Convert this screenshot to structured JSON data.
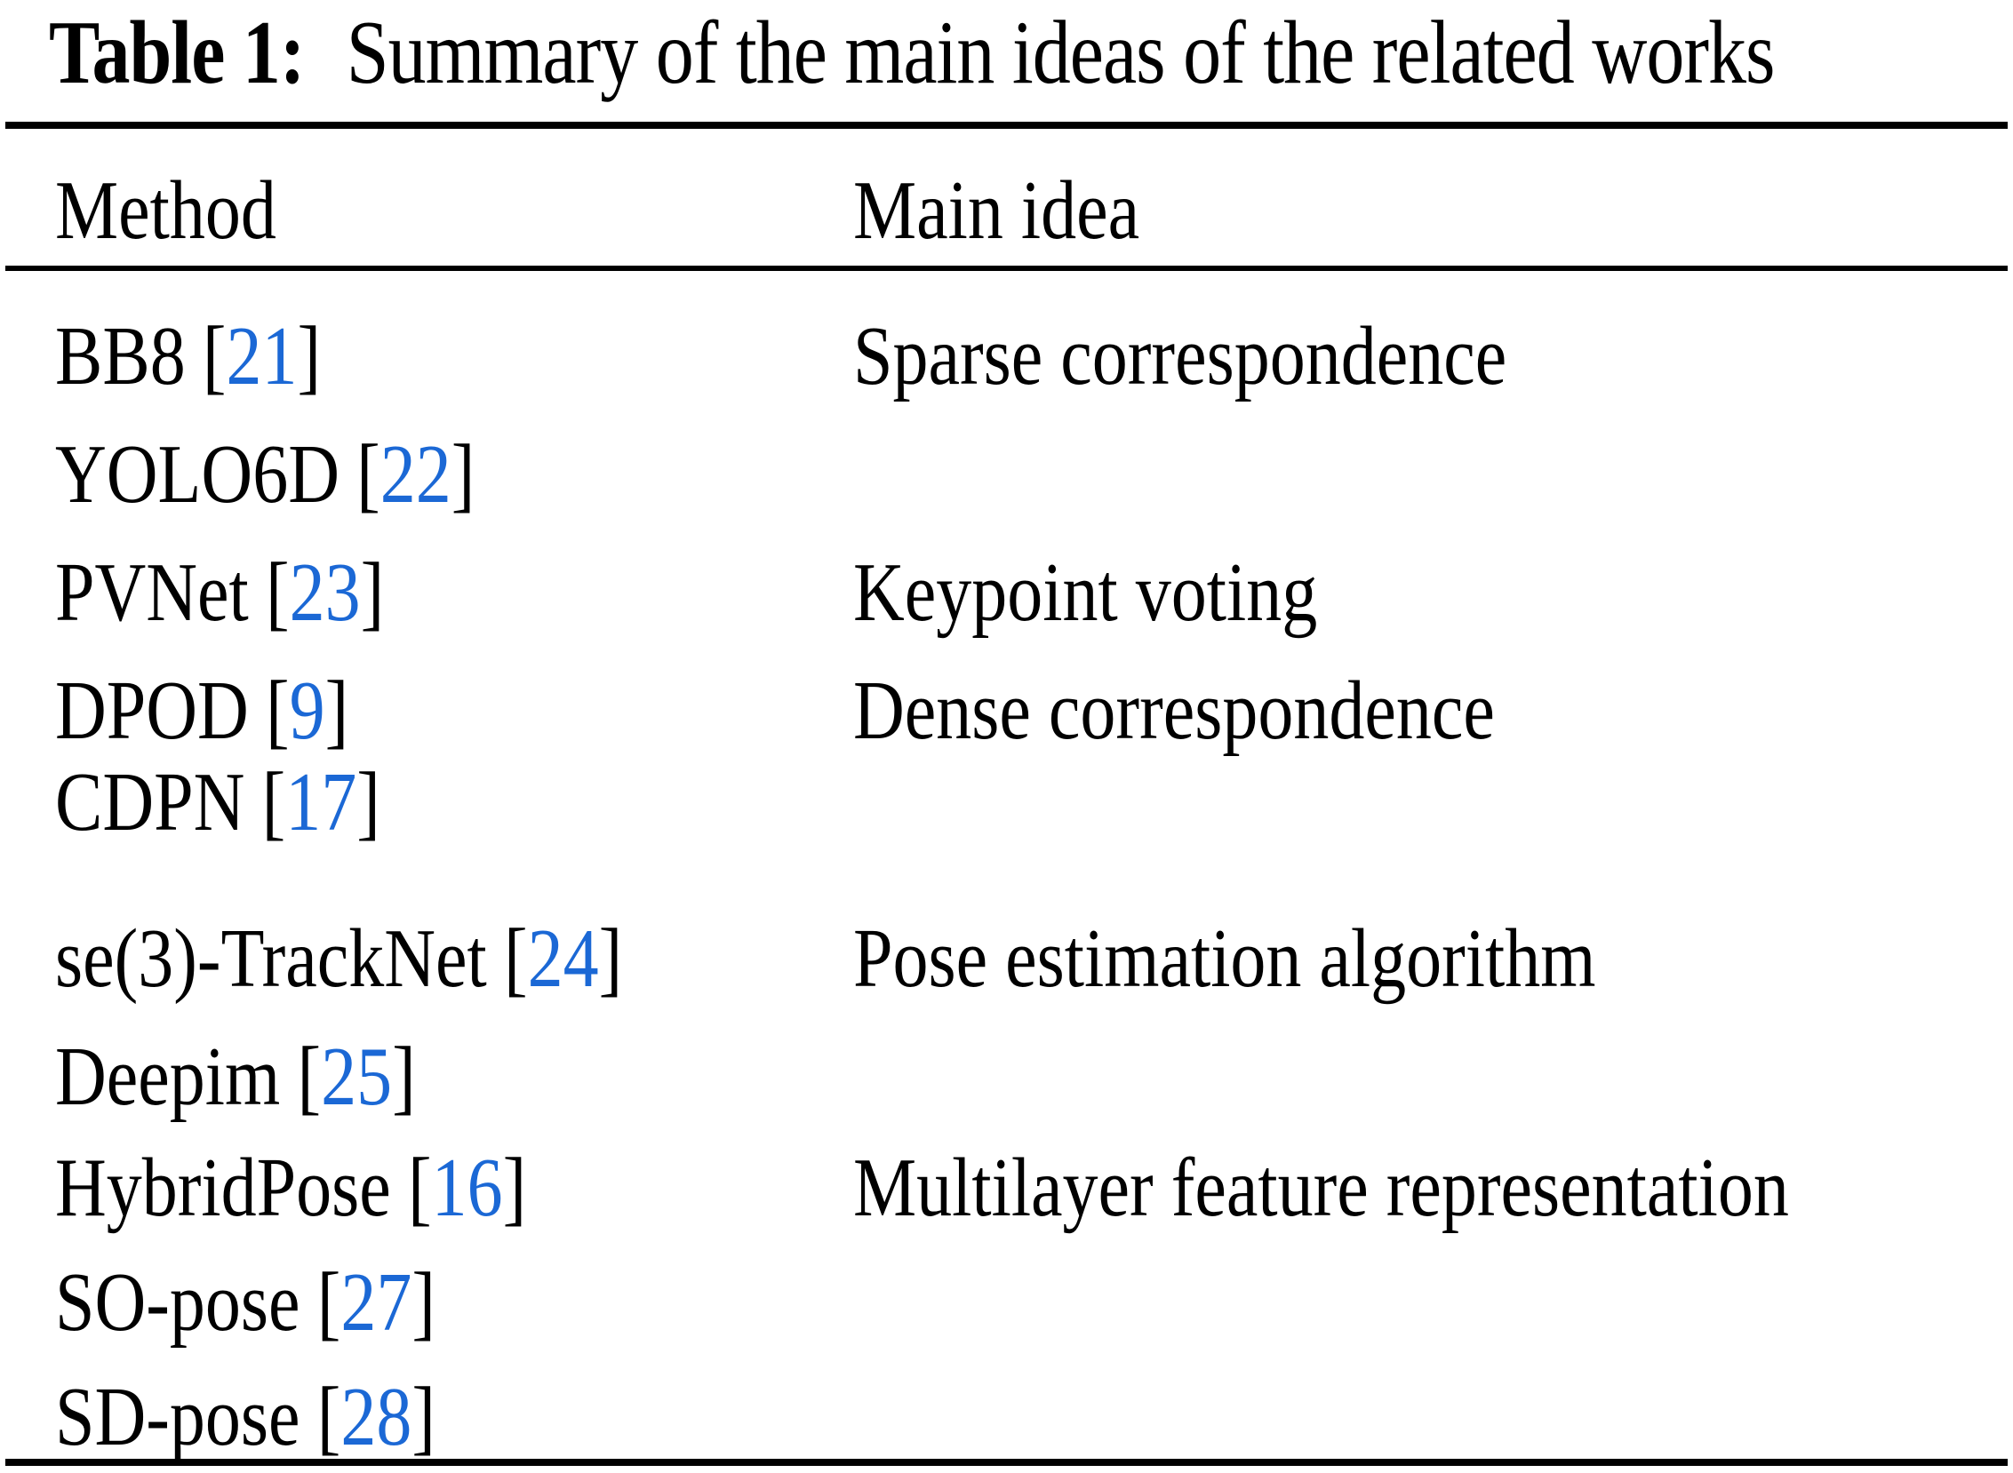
{
  "caption": {
    "label": "Table 1:",
    "text": "Summary of the main ideas of the related works"
  },
  "header": {
    "method": "Method",
    "main_idea": "Main idea"
  },
  "punct": {
    "open": "[",
    "close": "]"
  },
  "colors": {
    "citation_blue": "#1b68d5",
    "text": "#000000",
    "background": "#ffffff",
    "rule": "#000000"
  },
  "rows": [
    {
      "method": "BB8",
      "cite": "21",
      "idea": "Sparse correspondence"
    },
    {
      "method": "YOLO6D",
      "cite": "22",
      "idea": ""
    },
    {
      "method": "PVNet",
      "cite": "23",
      "idea": "Keypoint voting"
    },
    {
      "method": "DPOD",
      "cite": "9",
      "idea": "Dense correspondence"
    },
    {
      "method": "CDPN",
      "cite": "17",
      "idea": ""
    },
    {
      "method": "se(3)-TrackNet",
      "cite": "24",
      "idea": "Pose estimation algorithm"
    },
    {
      "method": "Deepim",
      "cite": "25",
      "idea": ""
    },
    {
      "method": "HybridPose",
      "cite": "16",
      "idea": "Multilayer feature representation"
    },
    {
      "method": "SO-pose",
      "cite": "27",
      "idea": ""
    },
    {
      "method": "SD-pose",
      "cite": "28",
      "idea": ""
    }
  ]
}
